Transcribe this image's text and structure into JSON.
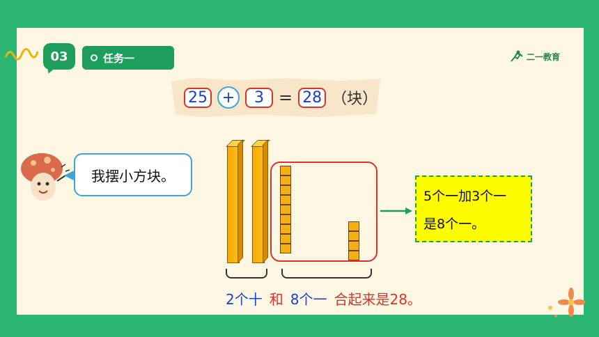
{
  "badge": {
    "number": "03",
    "task_label": "任务一"
  },
  "logo": {
    "text": "二一教育"
  },
  "equation": {
    "a": "25",
    "op": "+",
    "b": "3",
    "eq": "=",
    "result": "28",
    "unit": "（块）"
  },
  "speech": {
    "text": "我摆小方块。"
  },
  "result_box": {
    "line1": "5个一加3个一",
    "line2": "是8个一。"
  },
  "caption": {
    "tens": "2个十",
    "and": "和",
    "ones": "8个一",
    "sum": "合起来是28。"
  },
  "colors": {
    "green": "#1e9e5c",
    "bg": "#fdf7e4",
    "blue": "#1a3fcf",
    "red": "#d9342b",
    "yellow": "#fffb00"
  }
}
